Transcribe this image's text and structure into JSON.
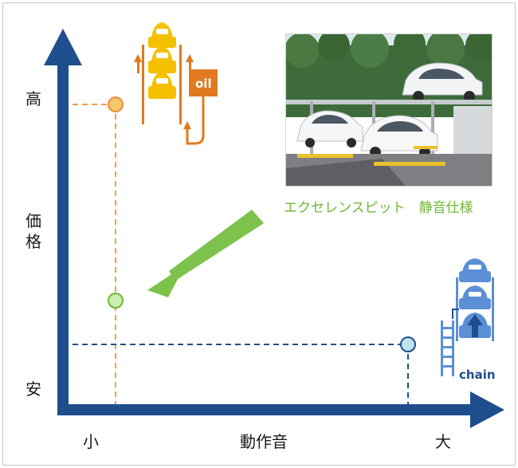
{
  "y_axis": {
    "top_label": "高",
    "middle_label": "価格",
    "bottom_label": "安"
  },
  "x_axis": {
    "left_label": "小",
    "middle_label": "動作音",
    "right_label": "大"
  },
  "photo_caption": "エクセレンスピット　静音仕様",
  "hydraulic_label": "oil",
  "chain_label": "chain",
  "colors": {
    "axis": "#1f4e8c",
    "orange": "#f0a04b",
    "orange_dark": "#e07a1f",
    "yellow": "#f5c000",
    "green": "#7cc24b",
    "blue": "#5b8fd6",
    "navy_dash": "#1f4e8c"
  }
}
